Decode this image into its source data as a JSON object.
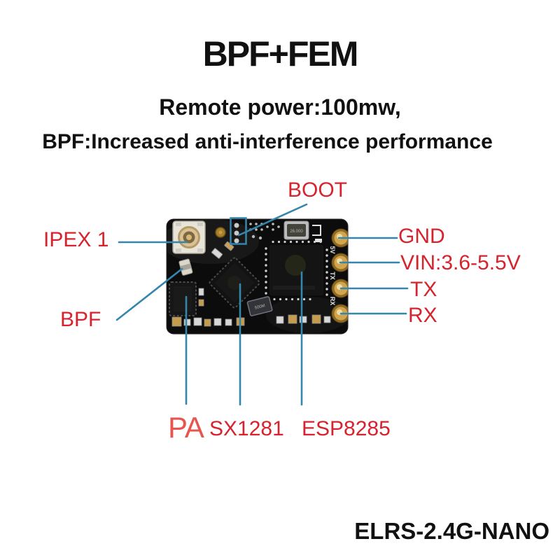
{
  "header": {
    "title": "BPF+FEM",
    "subtitle1": "Remote power:100mw,",
    "subtitle2": "BPF:Increased anti-interference performance"
  },
  "callouts": {
    "boot": "BOOT",
    "ipex": "IPEX 1",
    "bpf": "BPF",
    "gnd": "GND",
    "vin": "VIN:3.6-5.5V",
    "tx": "TX",
    "rx": "RX",
    "pa": "PA",
    "sx1281": "SX1281",
    "esp8285": "ESP8285"
  },
  "board": {
    "crystal_marking": "26.000",
    "component_marking": "500M",
    "pin_silkscreen": [
      "5V",
      "TX",
      "RX"
    ]
  },
  "footer": {
    "model": "ELRS-2.4G-NANO"
  },
  "colors": {
    "label_red": "#d6232e",
    "pa_red": "#e8544e",
    "callout_blue": "#3586ac",
    "board_black": "#0c0c0c"
  }
}
